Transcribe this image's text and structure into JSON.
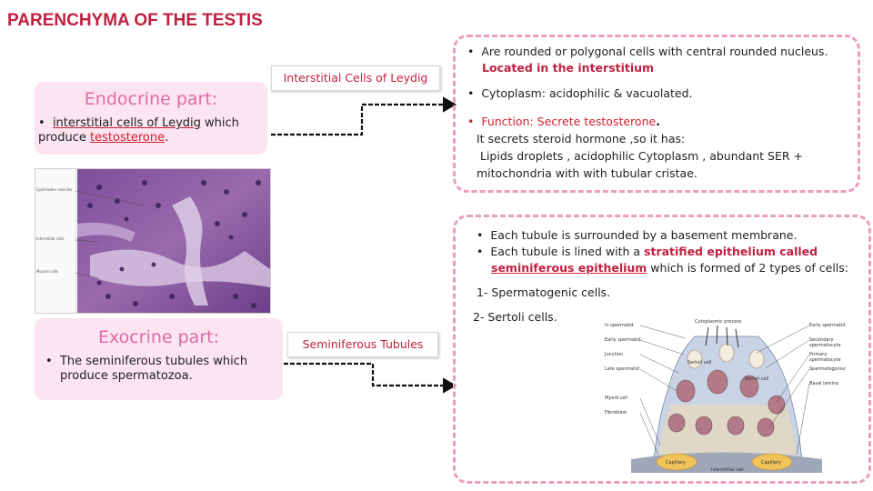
{
  "title": "PARENCHYMA OF THE TESTIS",
  "endocrine": {
    "heading": "Endocrine part:",
    "bullet_pre": "interstitial cells of Leydig",
    "bullet_mid": " which produce ",
    "bullet_red": "testosterone",
    "bullet_end": "."
  },
  "exocrine": {
    "heading": "Exocrine part:",
    "bullet": "The seminiferous tubules which produce spermatozoa."
  },
  "labels": {
    "leydig": "Interstitial Cells of Leydig",
    "tubules": "Seminiferous Tubules"
  },
  "leydig_box": {
    "b1_a": "Are rounded or polygonal cells with central rounded nucleus.",
    "b1_b": "Located in the interstitium",
    "b2": "Cytoplasm:  acidophilic & vacuolated.",
    "b3_label": "Function",
    "b3_rest": ": Secrete testosterone",
    "b3_period": ".",
    "b3_line2": "It secrets steroid hormone ,so it has:",
    "b3_line3": "Lipids droplets , acidophilic Cytoplasm ,  abundant SER  +",
    "b3_line4": "mitochondria with with tubular cristae."
  },
  "tubule_box": {
    "b1": "Each tubule is surrounded by a basement membrane.",
    "b2_pre": "Each tubule is lined with a ",
    "b2_red": "stratified epithelium called",
    "b2_line2_red": "seminiferous epithelium",
    "b2_line2_rest": " which is formed of 2 types of cells:",
    "item1": "1-  Spermatogenic cells.",
    "item2": "2-  Sertoli cells."
  },
  "micrograph_labels": [
    "Lipid-laden vesicles",
    "Interstitial cells",
    "Muscle cells"
  ],
  "diagram_labels": {
    "top": "Cytoplasmic process",
    "left": [
      "In spermatid",
      "Early spermatid",
      "Junction",
      "Late spermatid",
      "Myoid cell",
      "Fibroblast"
    ],
    "right": [
      "Early spermatid",
      "Secondary spermatocyte",
      "Primary spermatocyte",
      "Spermatogonium",
      "Basal lamina"
    ],
    "center": [
      "Sertoli cell",
      "Sertoli cell"
    ],
    "bottom": [
      "Capillary",
      "Capillary",
      "Interstitial cell"
    ]
  },
  "colors": {
    "title": "#c0213f",
    "pink_box": "#fce4f0",
    "dash_border": "#ef9cc3",
    "accent_red": "#d21f2c"
  }
}
